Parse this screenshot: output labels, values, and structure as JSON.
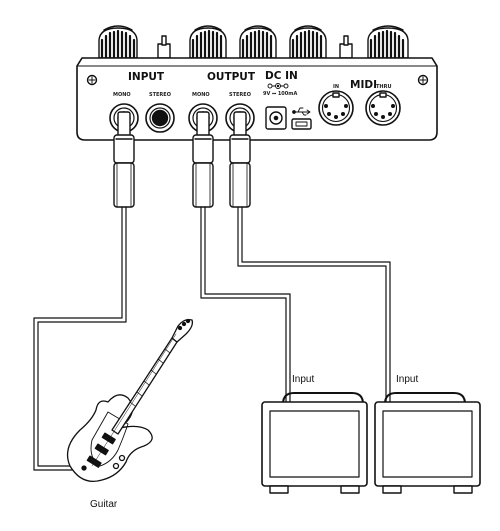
{
  "panel": {
    "input_label": "INPUT",
    "output_label": "OUTPUT",
    "dcin_label": "DC IN",
    "dcin_spec": "9V ⎓ 100mA",
    "midi_label": "MIDI",
    "input_mono": "MONO",
    "input_stereo": "STEREO",
    "output_mono": "MONO",
    "output_stereo": "STEREO",
    "midi_in": "IN",
    "midi_thru": "THRU"
  },
  "captions": {
    "amp_left": "Input",
    "amp_right": "Input",
    "guitar": "Guitar"
  },
  "icons": [
    "polarity-icon",
    "usb-icon",
    "screw-icon",
    "midi-din-icon",
    "jack-icon"
  ]
}
